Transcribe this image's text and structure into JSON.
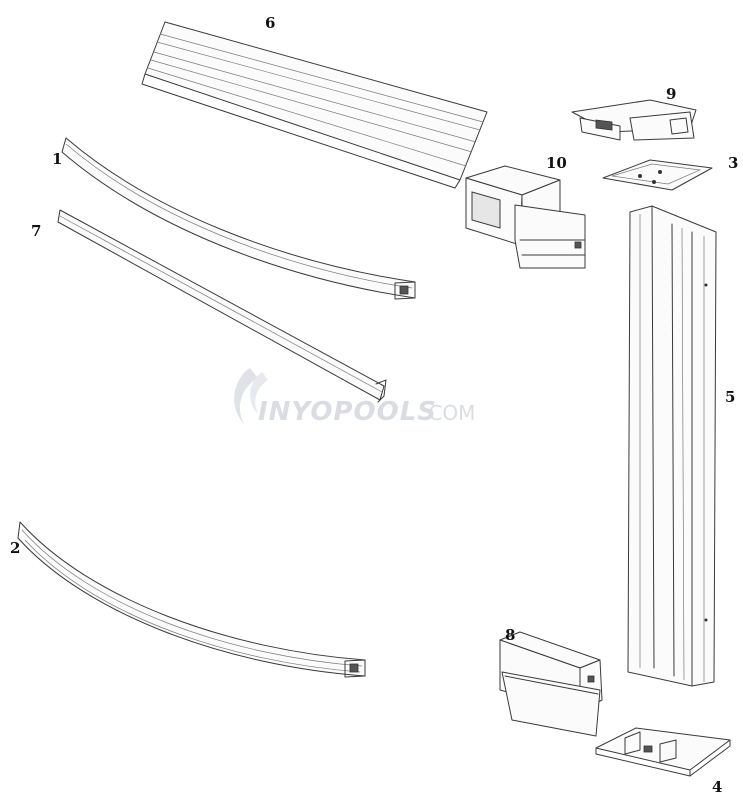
{
  "diagram": {
    "labels": {
      "p1": "1",
      "p2": "2",
      "p3": "3",
      "p4": "4",
      "p5": "5",
      "p6": "6",
      "p7": "7",
      "p8": "8",
      "p9": "9",
      "p10": "10"
    },
    "watermark": {
      "brand": "INYOPOOLS",
      "suffix": ".COM"
    }
  }
}
